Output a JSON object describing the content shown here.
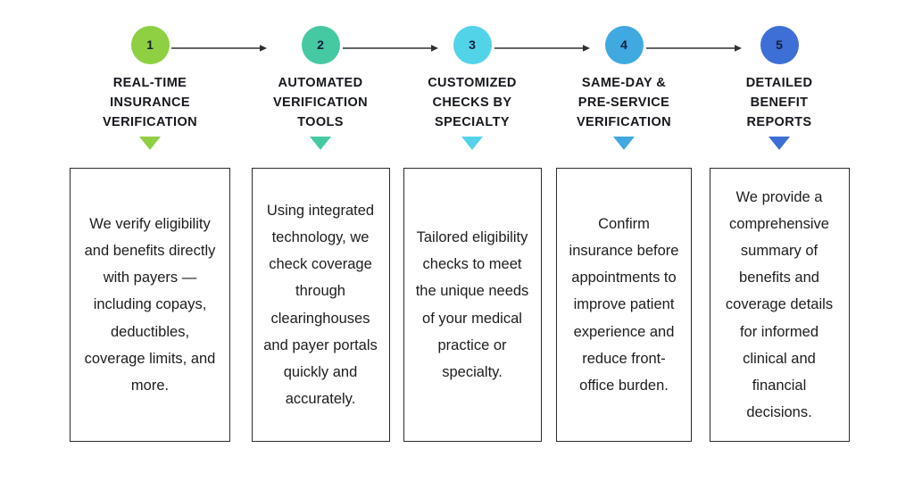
{
  "infographic": {
    "name": "insurance-verification-process-steps",
    "background_color": "#ffffff",
    "text_color": "#1d1d1f",
    "arrow_color": "#2f3033",
    "steps": [
      {
        "number": "1",
        "title": "REAL-TIME\nINSURANCE\nVERIFICATION",
        "body": "We verify eligibility and benefits directly with payers — including copays, deductibles, coverage limits, and more.",
        "color": "#8fd043",
        "marker_icon": "triangle-down-icon"
      },
      {
        "number": "2",
        "title": "AUTOMATED\nVERIFICATION\nTOOLS",
        "body": "Using integrated technology, we check coverage through clearinghouses and payer portals quickly and accurately.",
        "color": "#45c9a3",
        "marker_icon": "triangle-down-icon"
      },
      {
        "number": "3",
        "title": "CUSTOMIZED\nCHECKS BY\nSPECIALTY",
        "body": "Tailored eligibility checks to meet the unique needs of your medical practice or specialty.",
        "color": "#52d3e8",
        "marker_icon": "triangle-down-icon"
      },
      {
        "number": "4",
        "title": "SAME-DAY &\nPRE-SERVICE\nVERIFICATION",
        "body": "Confirm insurance before appointments to improve patient experience and reduce front-office burden.",
        "color": "#3fa9e0",
        "marker_icon": "triangle-down-icon"
      },
      {
        "number": "5",
        "title": "DETAILED\nBENEFIT\nREPORTS",
        "body": "We provide a comprehensive summary of benefits and coverage details for informed clinical and financial decisions.",
        "color": "#3d6fd6",
        "marker_icon": "triangle-down-icon"
      }
    ],
    "connectors": [
      {
        "from": "1",
        "to": "2",
        "icon": "arrow-right-icon"
      },
      {
        "from": "2",
        "to": "3",
        "icon": "arrow-right-icon"
      },
      {
        "from": "3",
        "to": "4",
        "icon": "arrow-right-icon"
      },
      {
        "from": "4",
        "to": "5",
        "icon": "arrow-right-icon"
      }
    ]
  }
}
